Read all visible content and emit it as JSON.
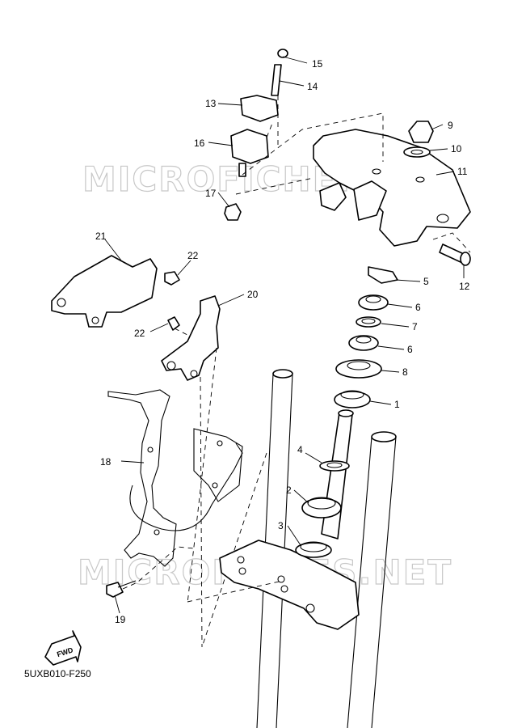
{
  "watermarks": [
    "MICROFICHE.NET",
    "MICROFICHES.NET"
  ],
  "fwd_label": "FWD",
  "drawing_code": "5UXB010-F250",
  "callouts": {
    "p1": "1",
    "p2": "2",
    "p3": "3",
    "p4": "4",
    "p5": "5",
    "p6a": "6",
    "p6b": "6",
    "p7": "7",
    "p8": "8",
    "p9": "9",
    "p10": "10",
    "p11": "11",
    "p12": "12",
    "p13": "13",
    "p14": "14",
    "p15": "15",
    "p16": "16",
    "p17": "17",
    "p18": "18",
    "p19": "19",
    "p20": "20",
    "p21": "21",
    "p22a": "22",
    "p22b": "22"
  }
}
